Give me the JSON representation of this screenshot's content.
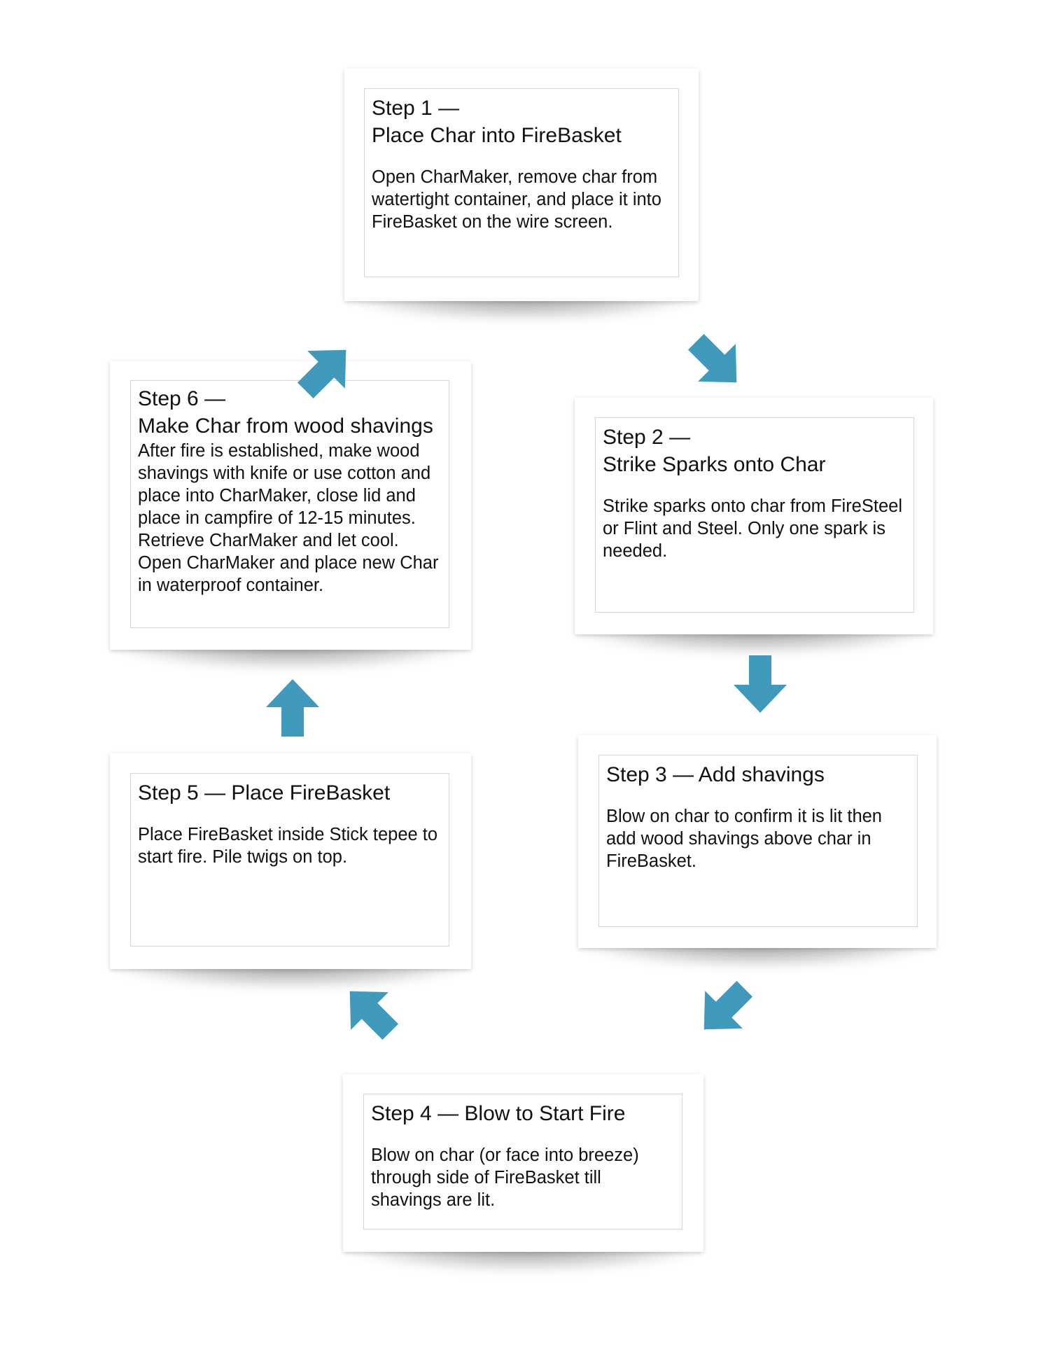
{
  "colors": {
    "arrow": "#2f8fb3",
    "card_border": "#d6d6d6"
  },
  "steps": [
    {
      "heading_line1": "Step 1 —",
      "heading_line2": "Place Char into FireBasket",
      "body": "Open CharMaker, remove char from watertight container, and place it into FireBasket on the wire screen."
    },
    {
      "heading_line1": "Step 2 —",
      "heading_line2": "Strike Sparks onto Char",
      "body": "Strike sparks onto char from FireSteel or Flint and Steel.  Only one spark is needed."
    },
    {
      "heading_line1": "Step 3 — Add shavings",
      "body": "Blow on char to confirm it is lit then add wood shavings above char in FireBasket."
    },
    {
      "heading_line1": "Step 4 — Blow to Start Fire",
      "body": "Blow on char (or face into breeze) through side of FireBasket till shavings are lit."
    },
    {
      "heading_line1": "Step 5 — Place FireBasket",
      "body": "Place FireBasket inside Stick tepee to start fire.  Pile twigs on top."
    },
    {
      "heading_line1": "Step 6 —",
      "heading_line2": "Make Char from wood shavings",
      "body": "After fire is established, make wood shavings with knife or use cotton and place into CharMaker, close lid and place in campfire of 12-15 minutes.  Retrieve CharMaker and let cool. Open CharMaker and place new Char in waterproof container."
    }
  ],
  "arrows": [
    {
      "from": "step-1",
      "to": "step-2",
      "icon": "arrow-down-right-icon"
    },
    {
      "from": "step-2",
      "to": "step-3",
      "icon": "arrow-down-icon"
    },
    {
      "from": "step-3",
      "to": "step-4",
      "icon": "arrow-down-left-icon"
    },
    {
      "from": "step-4",
      "to": "step-5",
      "icon": "arrow-up-left-icon"
    },
    {
      "from": "step-5",
      "to": "step-6",
      "icon": "arrow-up-icon"
    },
    {
      "from": "step-6",
      "to": "step-1",
      "icon": "arrow-up-right-icon"
    }
  ]
}
